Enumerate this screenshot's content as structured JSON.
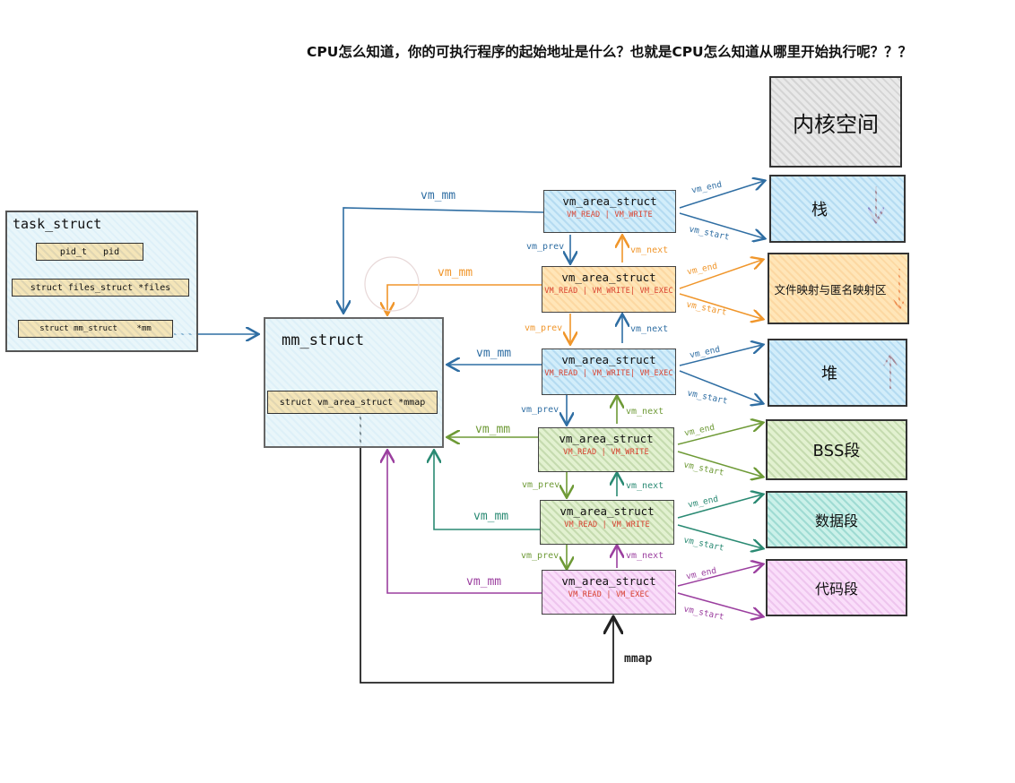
{
  "question": "CPU怎么知道，你的可执行程序的起始地址是什么？也就是CPU怎么知道从哪里开始执行呢？？？",
  "task_struct": {
    "title": "task_struct",
    "fields": [
      "pid_t   pid",
      "struct files_struct *files",
      "struct mm_struct    *mm"
    ]
  },
  "mm_struct": {
    "title": "mm_struct",
    "field": "struct vm_area_struct *mmap"
  },
  "vm_areas": [
    {
      "title": "vm_area_struct",
      "flags": "VM_READ  |  VM_WRITE"
    },
    {
      "title": "vm_area_struct",
      "flags": "VM_READ | VM_WRITE| VM_EXEC"
    },
    {
      "title": "vm_area_struct",
      "flags": "VM_READ  | VM_WRITE| VM_EXEC"
    },
    {
      "title": "vm_area_struct",
      "flags": "VM_READ  |  VM_WRITE"
    },
    {
      "title": "vm_area_struct",
      "flags": "VM_READ  |  VM_WRITE"
    },
    {
      "title": "vm_area_struct",
      "flags": "VM_READ  |  VM_EXEC"
    }
  ],
  "segments": [
    "内核空间",
    "栈",
    "文件映射与匿名映射区",
    "堆",
    "BSS段",
    "数据段",
    "代码段"
  ],
  "edge_labels": {
    "vm_mm": "vm_mm",
    "vm_prev": "vm_prev",
    "vm_next": "vm_next",
    "vm_end": "vm_end",
    "vm_start": "vm_start",
    "mmap": "mmap"
  },
  "colors": {
    "blue": "#2f6ea3",
    "orange": "#f0962b",
    "green": "#6e9a36",
    "teal": "#2a8a73",
    "purple": "#9b3f9f",
    "red_flags": "#d8412f",
    "black": "#222222"
  }
}
